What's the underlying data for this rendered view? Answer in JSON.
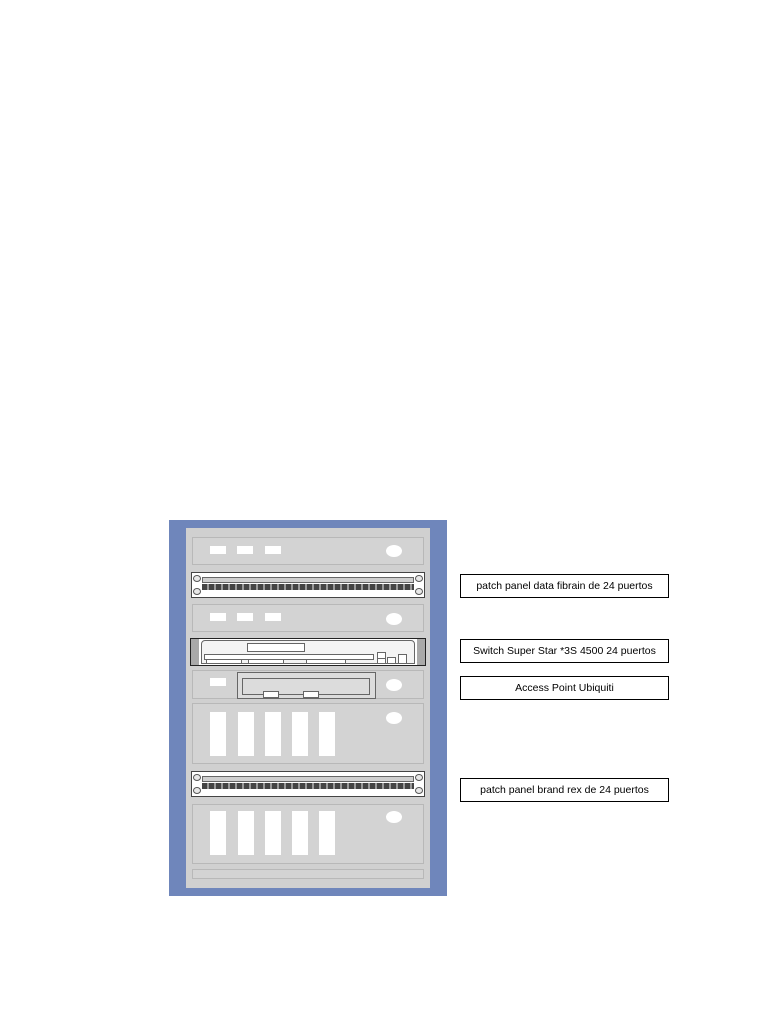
{
  "labels": {
    "patch_panel_top": "patch panel data fibrain de 24 puertos",
    "switch": "Switch Super Star *3S 4500 24 puertos",
    "access_point": "Access Point Ubiquiti",
    "patch_panel_bottom": "patch panel brand rex de 24 puertos"
  },
  "colors": {
    "rack_frame": "#6f86bb",
    "rack_inner": "#d0d0d0",
    "unit_face": "#d3d3d3"
  }
}
